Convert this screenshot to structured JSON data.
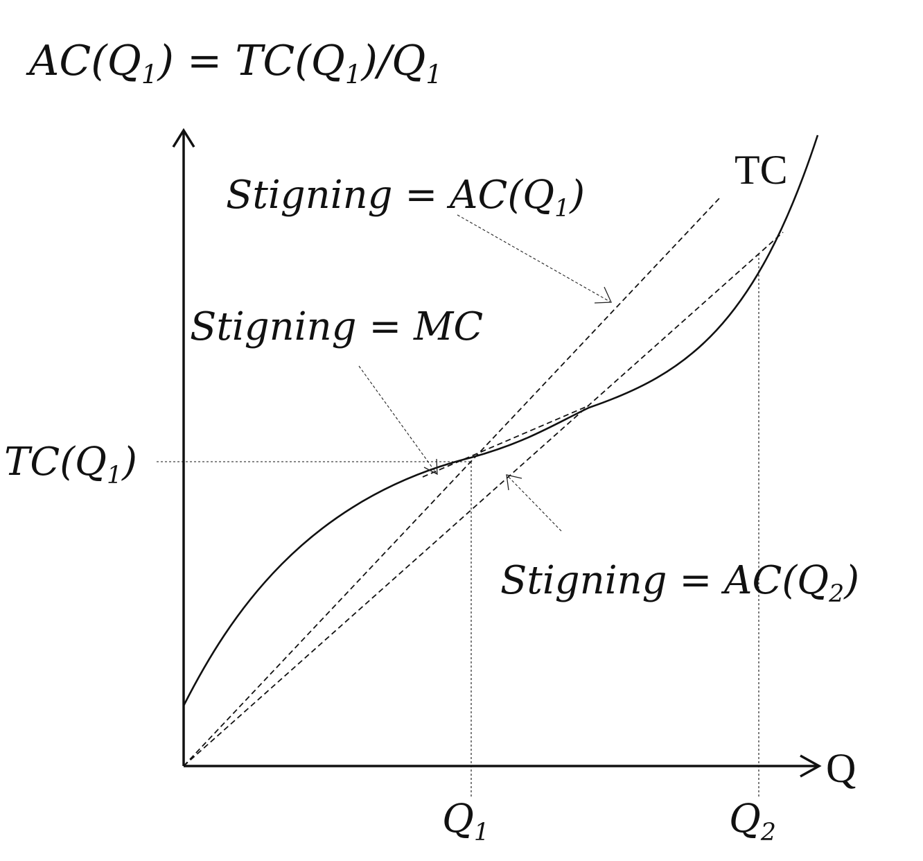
{
  "formula": {
    "main": "AC(Q",
    "sub": "1",
    "mid": ") = TC(Q",
    "sub2": "1",
    "end": ")/Q",
    "sub3": "1"
  },
  "curve_label": "TC",
  "x_axis_label": "Q",
  "y_tick": {
    "main": "TC(Q",
    "sub": "1",
    "end": ")"
  },
  "x_ticks": [
    {
      "main": "Q",
      "sub": "1"
    },
    {
      "main": "Q",
      "sub": "2"
    }
  ],
  "annotations": {
    "slope_ac_q1": {
      "main": "Stigning = AC(Q",
      "sub": "1",
      "end": ")"
    },
    "slope_mc": {
      "main": "Stigning = MC"
    },
    "slope_ac_q2": {
      "main": "Stigning = AC(Q",
      "sub": "2",
      "end": ")"
    }
  }
}
